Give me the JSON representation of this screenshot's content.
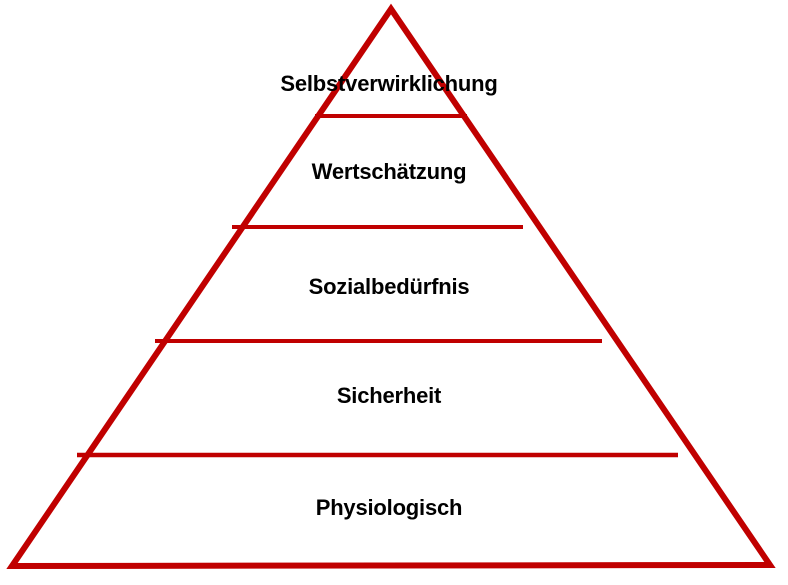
{
  "diagram": {
    "type": "pyramid",
    "levels": [
      {
        "rank": 1,
        "label": "Selbstverwirklichung"
      },
      {
        "rank": 2,
        "label": "Wertschätzung"
      },
      {
        "rank": 3,
        "label": "Sozialbedürfnis"
      },
      {
        "rank": 4,
        "label": "Sicherheit"
      },
      {
        "rank": 5,
        "label": "Physiologisch"
      }
    ],
    "colors": {
      "outline": "#C00000",
      "text": "#000000",
      "background": "#FFFFFF"
    }
  }
}
